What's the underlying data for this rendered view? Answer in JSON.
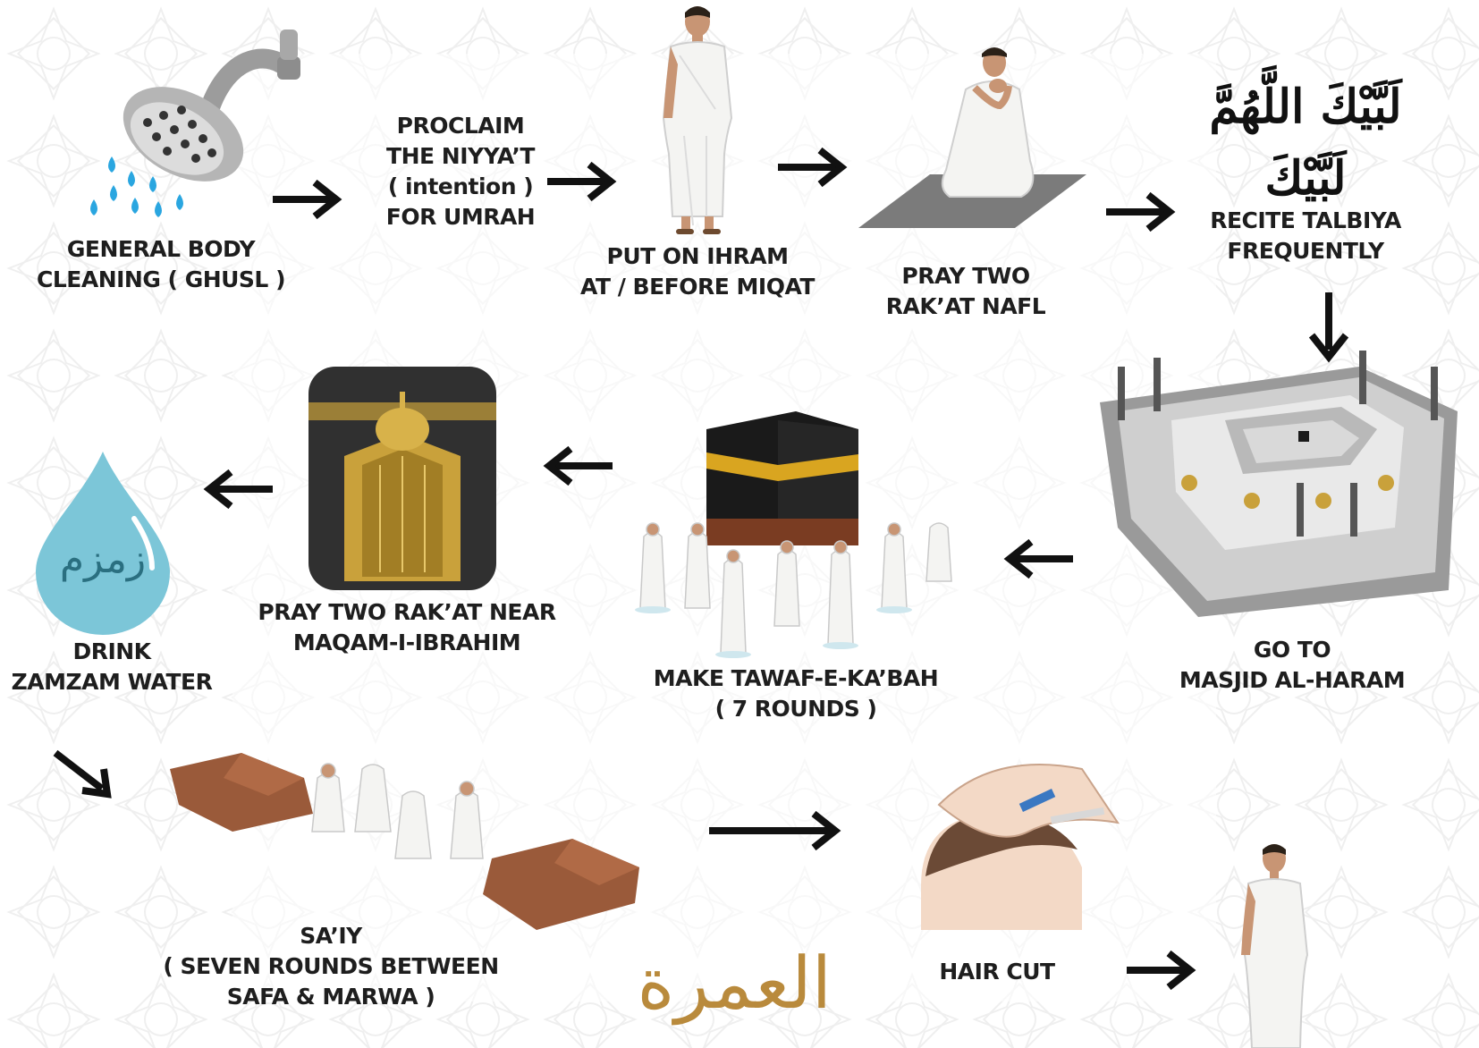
{
  "colors": {
    "text": "#1e1e1e",
    "arrow": "#111111",
    "ihram_cloth": "#f4f4f2",
    "kaaba_black": "#1a1a1a",
    "kaaba_band": "#d9a520",
    "water_drop": "#7cc6d8",
    "rock_brown": "#9a5a3a",
    "maqam_gold": "#c9a13b",
    "water_drops": "#2aa6e0",
    "pattern": "#eeeeee"
  },
  "steps": {
    "ghusl": {
      "lines": [
        "GENERAL BODY",
        "CLEANING ( GHUSL )"
      ],
      "icon": "shower-icon"
    },
    "niyyat": {
      "lines": [
        "PROCLAIM",
        "THE NIYYA’T",
        "( intention )",
        "FOR UMRAH"
      ]
    },
    "ihram": {
      "lines": [
        "PUT ON IHRAM",
        "AT / BEFORE MIQAT"
      ],
      "icon": "ihram-figure"
    },
    "nafl": {
      "lines": [
        "PRAY TWO",
        "RAK’AT NAFL"
      ],
      "icon": "praying-figure"
    },
    "talbiya": {
      "lines": [
        "RECITE TALBIYA",
        "FREQUENTLY"
      ],
      "calligraphy": "لَبَّيْكَ اللَّهُمَّ لَبَّيْكَ"
    },
    "masjid": {
      "lines": [
        "GO TO",
        "MASJID AL-HARAM"
      ],
      "icon": "masjid-al-haram"
    },
    "tawaf": {
      "lines": [
        "MAKE TAWAF-E-KA’BAH",
        "( 7 ROUNDS )"
      ],
      "icon": "kaaba-tawaf"
    },
    "maqam": {
      "lines": [
        "PRAY TWO RAK’AT NEAR",
        "MAQAM-I-IBRAHIM"
      ],
      "icon": "maqam-ibrahim"
    },
    "zamzam": {
      "lines": [
        "DRINK",
        "ZAMZAM WATER"
      ],
      "drop_text": "زمزم",
      "icon": "water-drop-icon"
    },
    "sai": {
      "lines": [
        "SA’IY",
        "( SEVEN ROUNDS BETWEEN",
        "SAFA & MARWA )"
      ],
      "icon": "safa-marwa"
    },
    "haircut": {
      "lines": [
        "HAIR CUT"
      ],
      "icon": "haircut"
    }
  },
  "logo_text": "العمرة"
}
